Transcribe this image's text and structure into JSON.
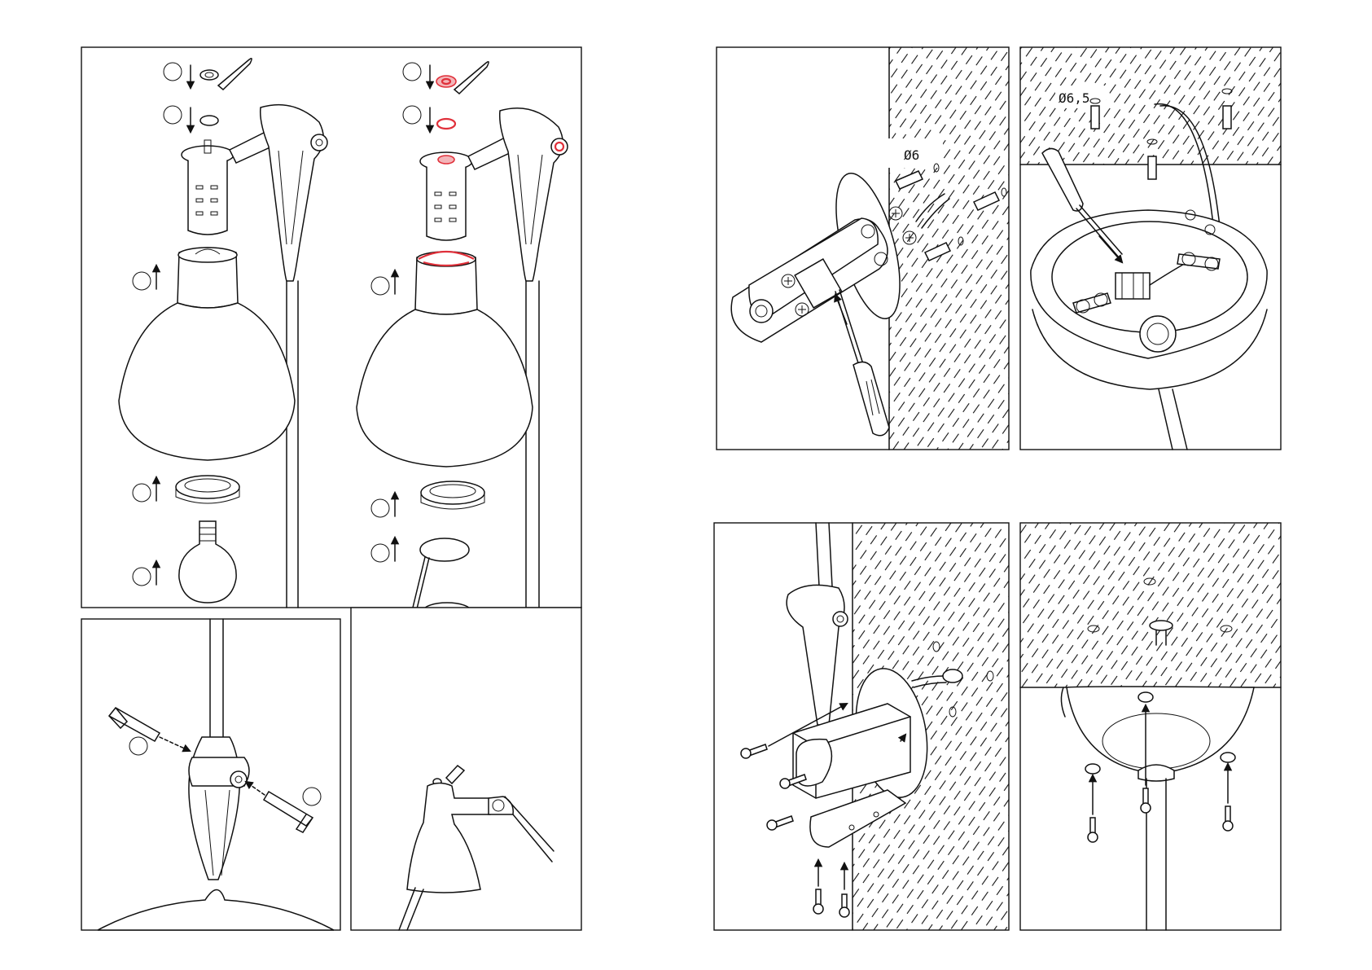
{
  "sheet": {
    "colors": {
      "line": "#111111",
      "highlight": "#e0303a",
      "background": "#ffffff"
    },
    "panels": [
      {
        "id": "lamp-parts-assembly",
        "icons": [
          "numbered-step-circle",
          "down-arrow-icon",
          "up-arrow-icon"
        ]
      },
      {
        "id": "joint-hex-key",
        "icons": [
          "hex-key-icon",
          "numbered-step-circle"
        ]
      },
      {
        "id": "sconce-wall-wiring",
        "icons": [
          "screwdriver-icon",
          "wall-plug-icon",
          "terminal-block-icon"
        ]
      },
      {
        "id": "ceiling-canopy-wiring",
        "icons": [
          "screwdriver-icon",
          "wall-plug-icon"
        ]
      },
      {
        "id": "sconce-mounting",
        "icons": [
          "screw-icon",
          "up-arrow-icon"
        ]
      },
      {
        "id": "ceiling-canopy-mounting",
        "icons": [
          "screw-icon",
          "up-arrow-icon"
        ]
      }
    ],
    "labels": {
      "wall_drill_diameter": "Ø6",
      "ceiling_drill_diameter": "Ø6,5"
    }
  }
}
